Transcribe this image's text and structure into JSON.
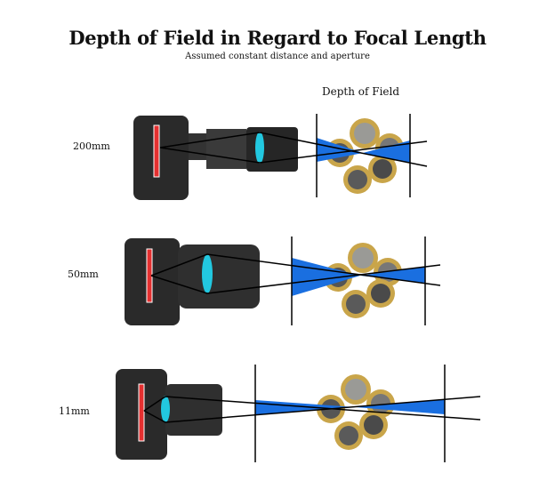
{
  "title": "Depth of Field in Regard to Focal Length",
  "subtitle": "Assumed constant distance and aperture",
  "dof_label": "Depth of Field",
  "rows": [
    {
      "focal_length": "200mm"
    },
    {
      "focal_length": "50mm"
    },
    {
      "focal_length": "11mm"
    }
  ],
  "colors": {
    "dof_fill": "#1a6fe0",
    "lens_element": "#22c8e0",
    "sensor": "#e53030",
    "coin_ring": "#c9a54a"
  }
}
